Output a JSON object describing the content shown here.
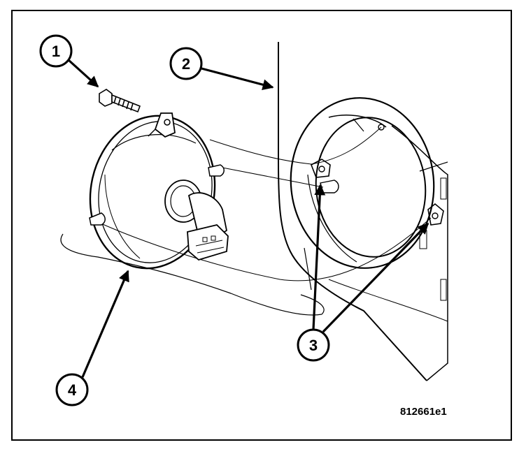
{
  "callouts": [
    {
      "id": "1"
    },
    {
      "id": "2"
    },
    {
      "id": "3"
    },
    {
      "id": "4"
    }
  ],
  "figure_id": "812661e1"
}
